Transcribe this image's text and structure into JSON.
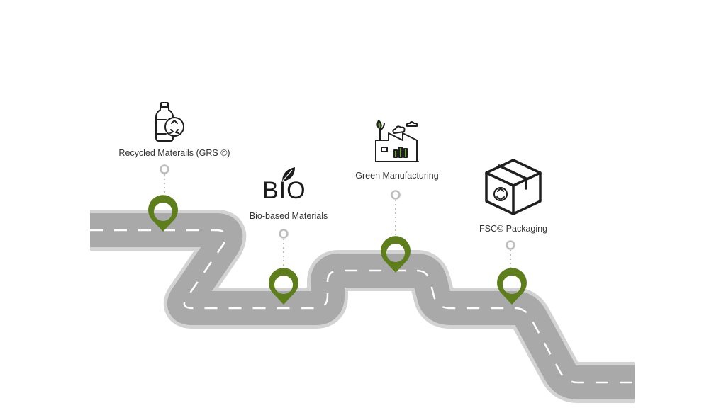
{
  "colors": {
    "road_fill": "#a9a9a9",
    "road_border": "#d3d3d3",
    "lane_marking": "#ffffff",
    "pin": "#5e7d1c",
    "connector": "#bdbdbd",
    "icon_stroke": "#1f1f1f",
    "icon_accent": "#6a9a3a"
  },
  "milestones": [
    {
      "label": "Recycled Materails (GRS ©)",
      "icon": "recycled-bottle-icon"
    },
    {
      "label": "Bio-based Materials",
      "icon": "bio-leaf-logo",
      "logo_text": "BIO"
    },
    {
      "label": "Green Manufacturing",
      "icon": "green-factory-icon"
    },
    {
      "label": "FSC© Packaging",
      "icon": "recycle-box-icon"
    }
  ]
}
